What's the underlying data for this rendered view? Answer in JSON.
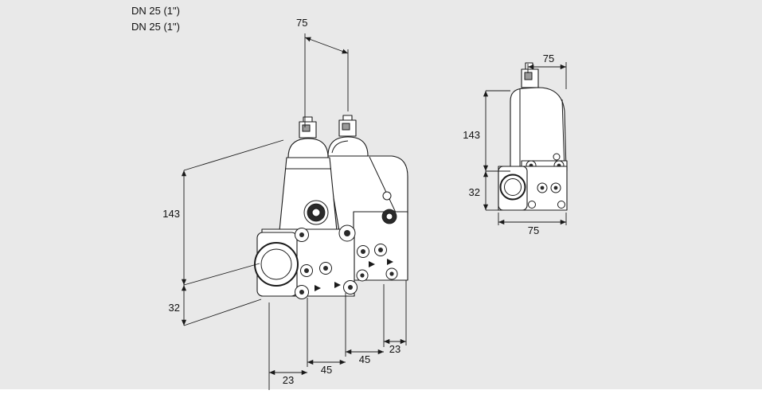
{
  "canvas": {
    "background": "#e9e9e9",
    "line_color": "#1a1a1a"
  },
  "front_view": {
    "port_labels": [
      "DN 25 (1\")",
      "DN 25 (1\")"
    ],
    "dims": {
      "actuator_spacing": "75",
      "height_to_top": "143",
      "height_below_center": "32",
      "bottom_offsets": [
        "23",
        "45",
        "45",
        "23"
      ]
    }
  },
  "side_view": {
    "dims": {
      "depth_top": "75",
      "height_to_top": "143",
      "height_below_center": "32",
      "width_bottom": "75"
    }
  }
}
